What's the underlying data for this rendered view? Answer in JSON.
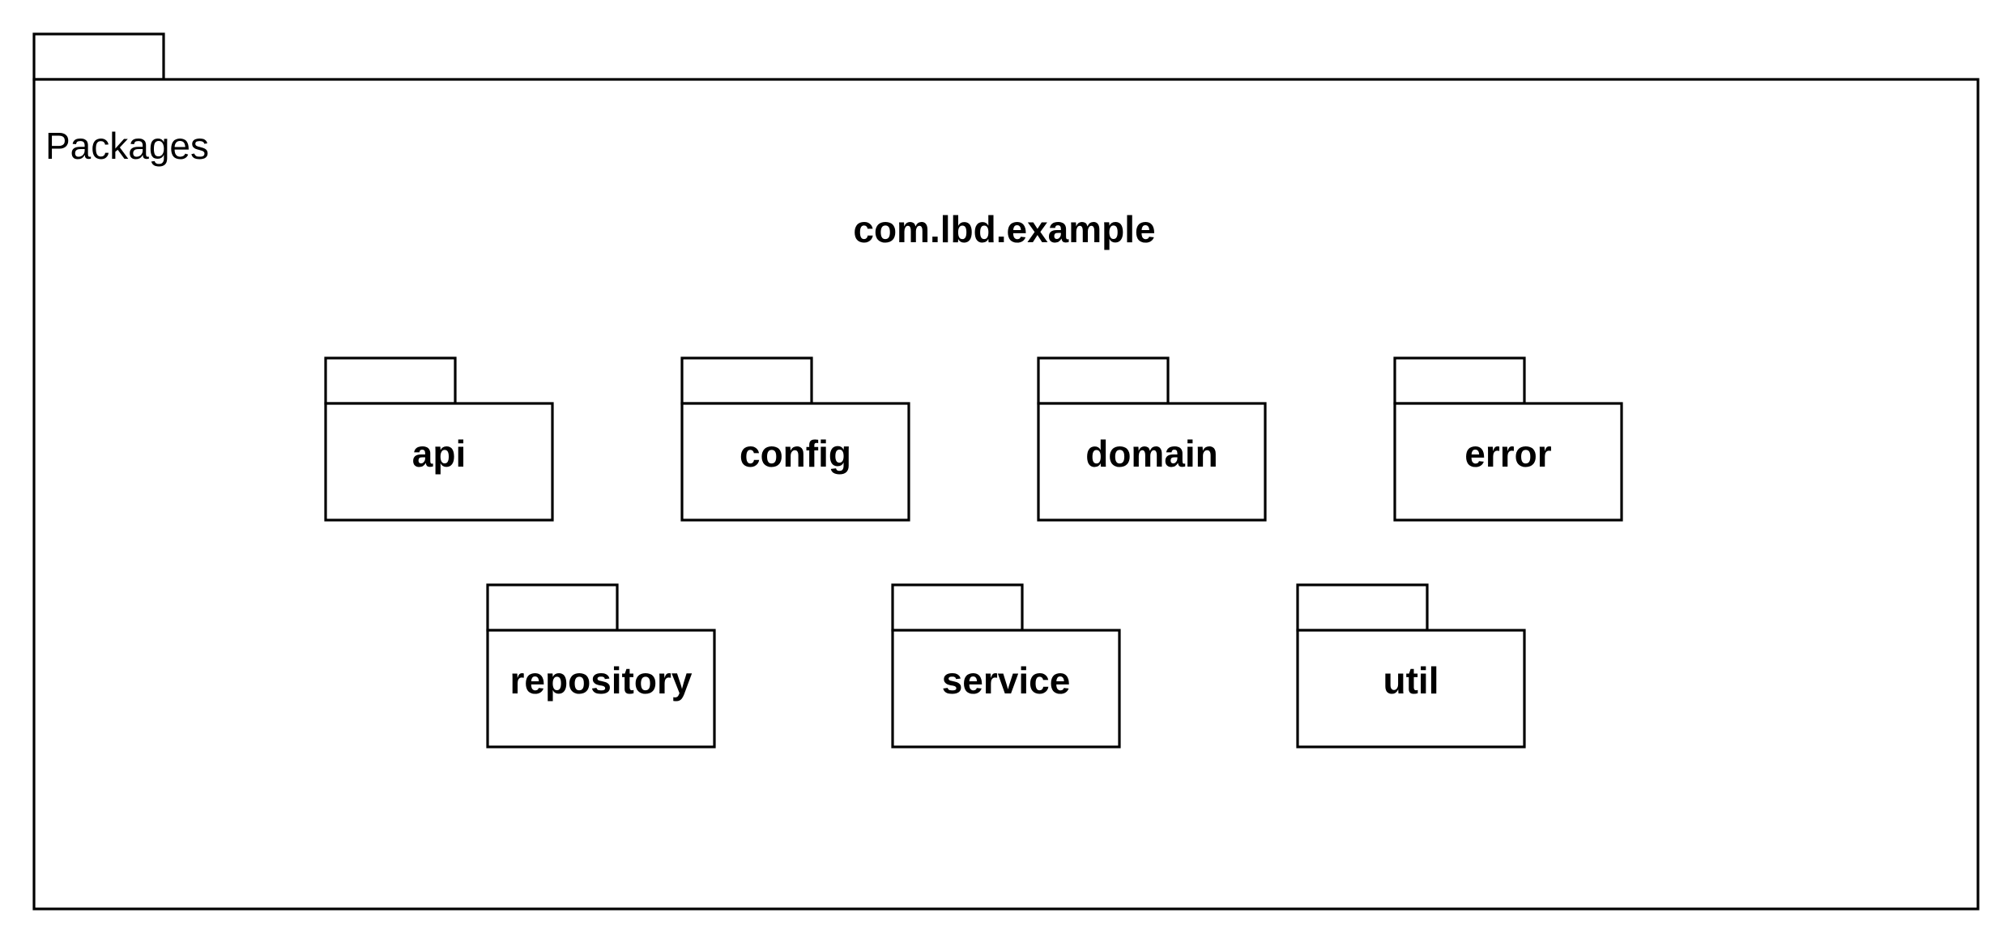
{
  "diagram": {
    "outer_package": {
      "label": "Packages"
    },
    "namespace": {
      "label": "com.lbd.example"
    },
    "packages": [
      {
        "label": "api"
      },
      {
        "label": "config"
      },
      {
        "label": "domain"
      },
      {
        "label": "error"
      },
      {
        "label": "repository"
      },
      {
        "label": "service"
      },
      {
        "label": "util"
      }
    ]
  },
  "colors": {
    "stroke": "#000000",
    "fill": "#ffffff",
    "text": "#000000"
  }
}
